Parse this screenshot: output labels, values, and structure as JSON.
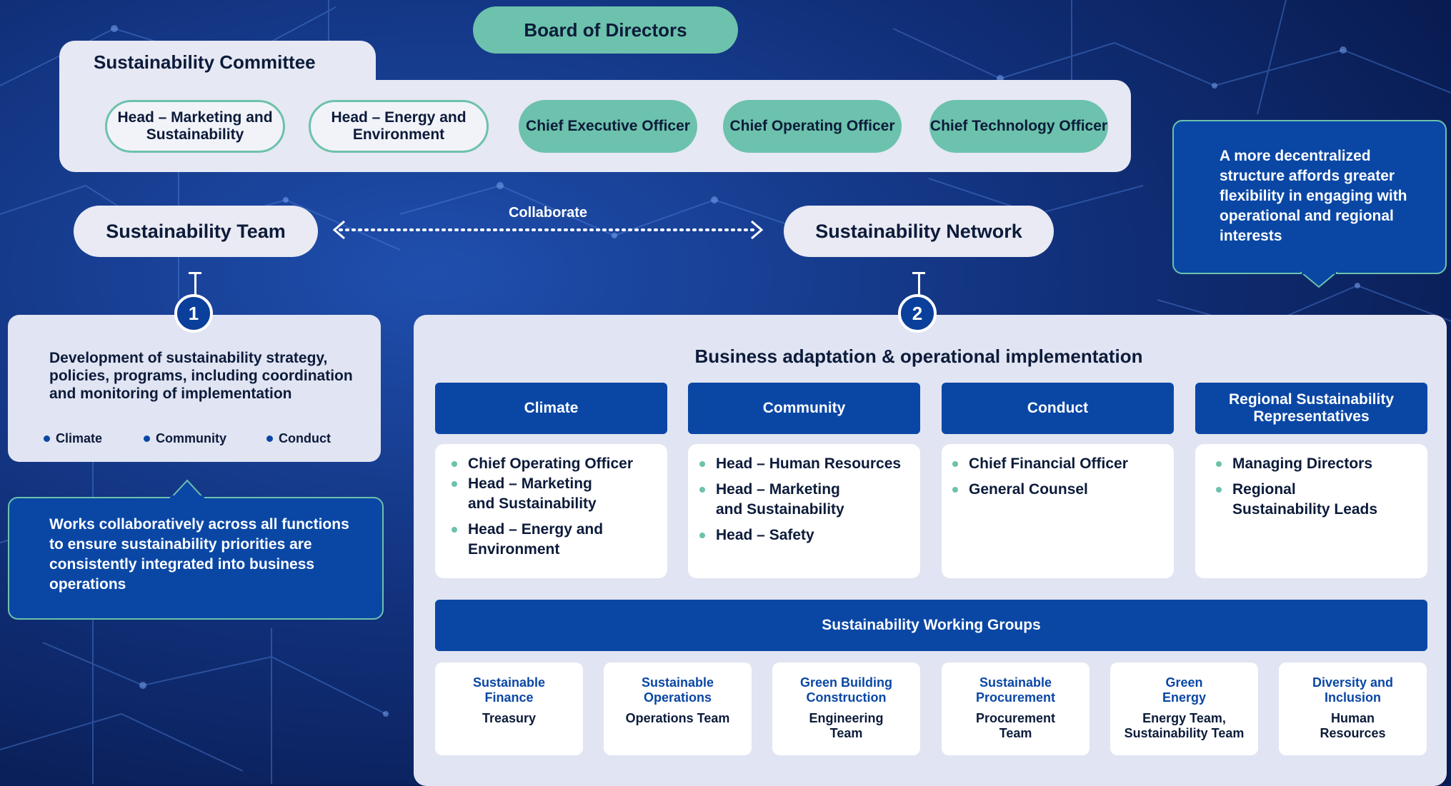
{
  "board": "Board of Directors",
  "committee": {
    "title": "Sustainability Committee",
    "members": [
      {
        "label": "Head – Marketing and Sustainability",
        "style": "outline"
      },
      {
        "label": "Head – Energy and Environment",
        "style": "outline"
      },
      {
        "label": "Chief Executive Officer",
        "style": "filled"
      },
      {
        "label": "Chief Operating Officer",
        "style": "filled"
      },
      {
        "label": "Chief Technology Officer",
        "style": "filled"
      }
    ]
  },
  "team": {
    "title": "Sustainability Team",
    "number": "1",
    "description": "Development of sustainability strategy, policies, programs, including coordination and monitoring of implementation",
    "tags": [
      "Climate",
      "Community",
      "Conduct"
    ],
    "callout": "Works collaboratively across all functions to ensure sustainability priorities are consistently integrated into business operations"
  },
  "collaborate": "Collaborate",
  "network": {
    "title": "Sustainability Network",
    "number": "2",
    "callout": "A more decentralized structure affords greater flexibility in engaging with operational and regional interests"
  },
  "main": {
    "title": "Business adaptation & operational implementation",
    "columns": [
      {
        "head": "Climate",
        "items": [
          "Chief Operating Officer",
          "Head – Marketing and Sustainability",
          "Head – Energy and Environment"
        ]
      },
      {
        "head": "Community",
        "items": [
          "Head – Human Resources",
          "Head – Marketing and Sustainability",
          "Head – Safety"
        ]
      },
      {
        "head": "Conduct",
        "items": [
          "Chief Financial Officer",
          "General Counsel"
        ]
      },
      {
        "head": "Regional Sustainability Representatives",
        "items": [
          "Managing Directors",
          "Regional Sustainability Leads"
        ]
      }
    ],
    "working_groups": {
      "title": "Sustainability Working Groups",
      "groups": [
        {
          "title": "Sustainable Finance",
          "team": "Treasury"
        },
        {
          "title": "Sustainable Operations",
          "team": "Operations Team"
        },
        {
          "title": "Green Building Construction",
          "team": "Engineering Team"
        },
        {
          "title": "Sustainable Procurement",
          "team": "Procurement Team"
        },
        {
          "title": "Green Energy",
          "team": "Energy Team, Sustainability Team"
        },
        {
          "title": "Diversity and Inclusion",
          "team": "Human Resources"
        }
      ]
    }
  },
  "colors": {
    "teal": "#6cc2ac",
    "blue": "#0a47a5",
    "panel": "#e1e4f2",
    "text": "#0c1b3a"
  }
}
